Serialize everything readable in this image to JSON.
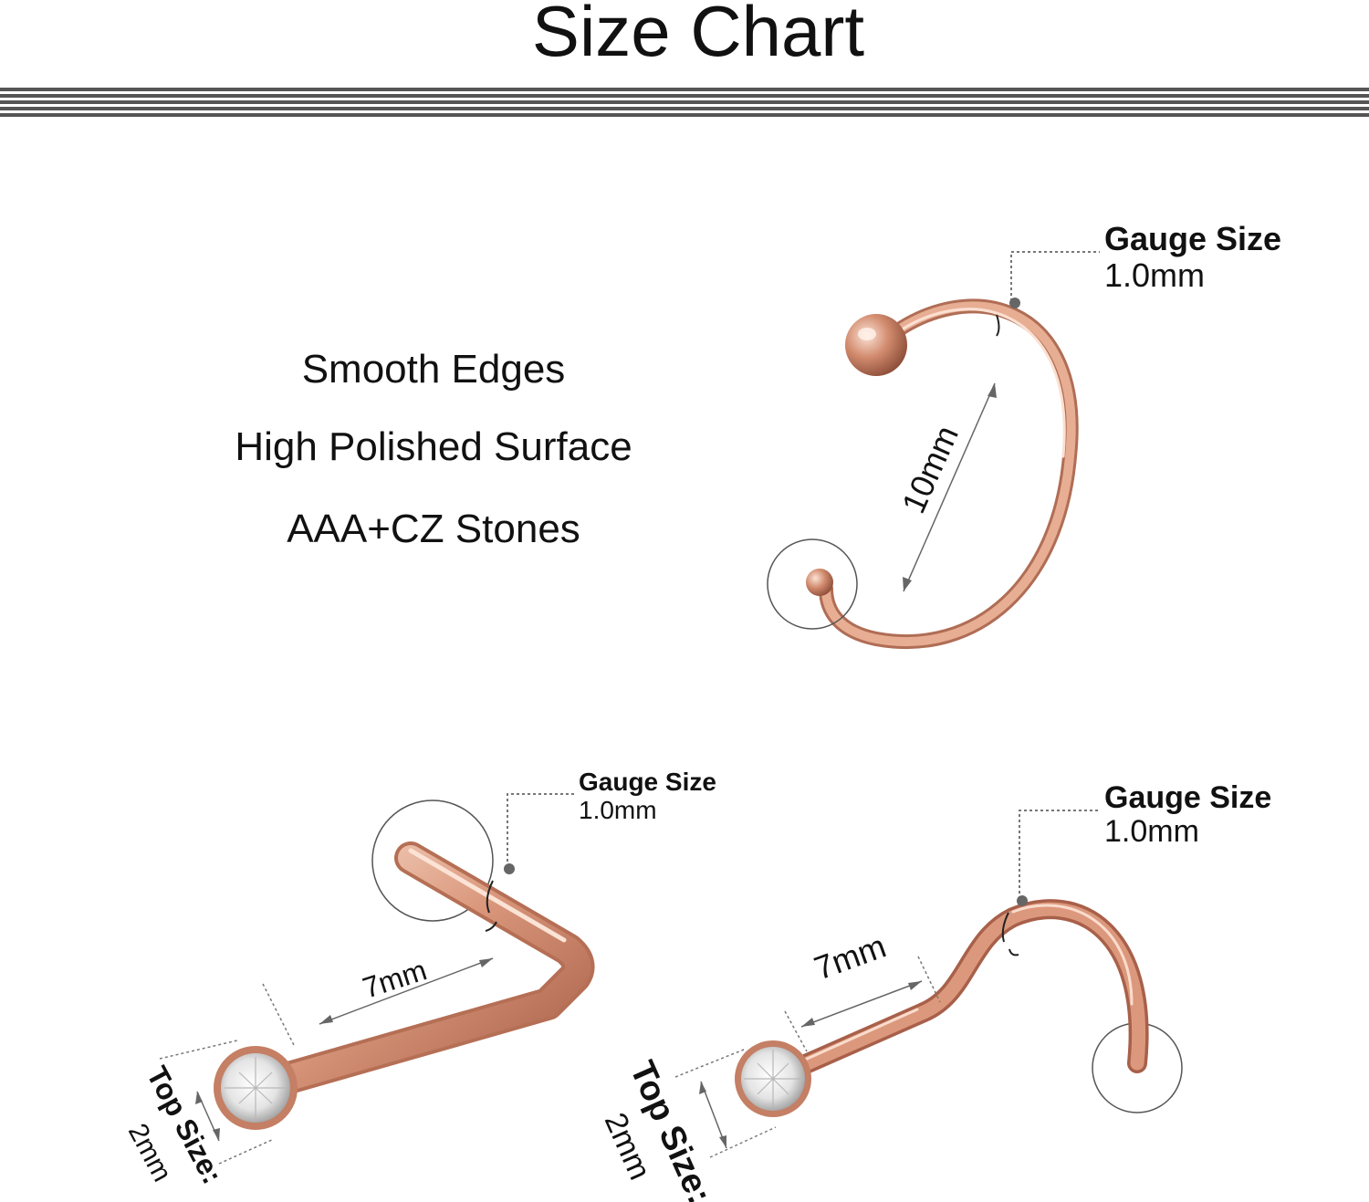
{
  "title": "Size Chart",
  "features": [
    "Smooth Edges",
    "High Polished Surface",
    "AAA+CZ Stones"
  ],
  "colors": {
    "metal": "#d9967a",
    "metal_dark": "#a8604a",
    "metal_light": "#f6d4c2",
    "line": "#555555"
  },
  "hoop": {
    "gauge_label": "Gauge Size",
    "gauge_value": "1.0mm",
    "diameter_label": "10mm"
  },
  "l_stud": {
    "gauge_label": "Gauge Size",
    "gauge_value": "1.0mm",
    "length_label": "7mm",
    "top_label": "Top Size:",
    "top_value": "2mm"
  },
  "screw_stud": {
    "gauge_label": "Gauge Size",
    "gauge_value": "1.0mm",
    "length_label": "7mm",
    "top_label": "Top Size:",
    "top_value": "2mm"
  }
}
